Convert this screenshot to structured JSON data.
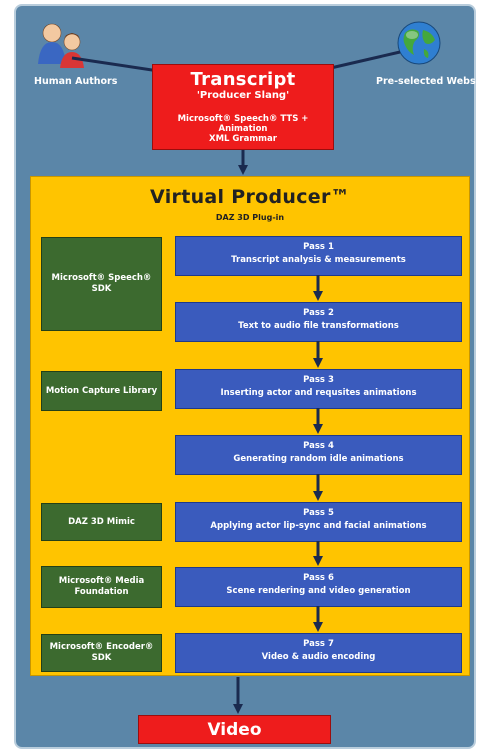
{
  "inputs": {
    "left_label": "Human Authors",
    "right_label": "Pre-selected Websites"
  },
  "transcript": {
    "title": "Transcript",
    "subtitle": "'Producer Slang'",
    "line1": "Microsoft® Speech® TTS + Animation",
    "line2": "XML Grammar"
  },
  "producer": {
    "title": "Virtual Producer™",
    "subtitle": "DAZ 3D Plug-in"
  },
  "sdks": [
    {
      "label": "Microsoft® Speech® SDK"
    },
    {
      "label": "Motion Capture Library"
    },
    {
      "label": "DAZ 3D Mimic"
    },
    {
      "label": "Microsoft® Media Foundation"
    },
    {
      "label": "Microsoft® Encoder® SDK"
    }
  ],
  "passes": [
    {
      "name": "Pass 1",
      "desc": "Transcript analysis & measurements"
    },
    {
      "name": "Pass 2",
      "desc": "Text to audio file transformations"
    },
    {
      "name": "Pass 3",
      "desc": "Inserting actor and requsites animations"
    },
    {
      "name": "Pass 4",
      "desc": "Generating random idle animations"
    },
    {
      "name": "Pass 5",
      "desc": "Applying actor lip-sync and facial animations"
    },
    {
      "name": "Pass 6",
      "desc": "Scene rendering and video generation"
    },
    {
      "name": "Pass 7",
      "desc": "Video & audio encoding"
    }
  ],
  "output": {
    "label": "Video"
  },
  "colors": {
    "frame": "#5b86a8",
    "transcript": "#ee1c1c",
    "producer": "#ffc400",
    "sdk": "#3c6a2f",
    "pass": "#3a5bbd",
    "arrow": "#1a2a4f"
  },
  "icons": {
    "left": "people-icon",
    "right": "globe-icon"
  }
}
